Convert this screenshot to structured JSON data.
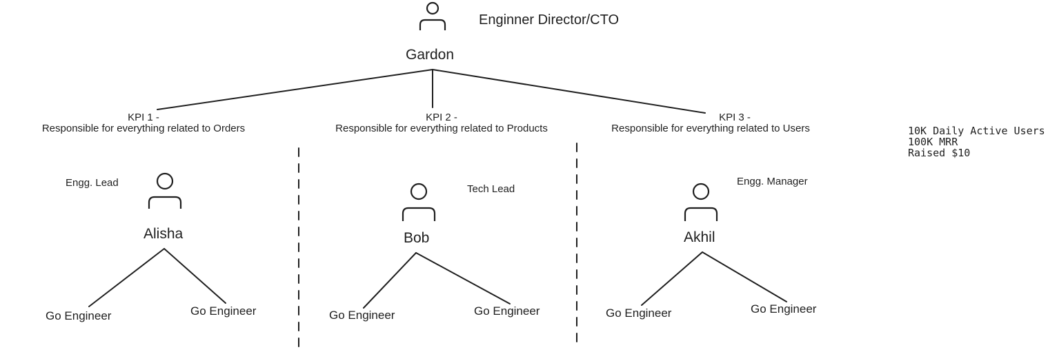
{
  "cto": {
    "title": "Enginner Director/CTO",
    "name": "Gardon",
    "icon": "person-icon"
  },
  "kpis": [
    {
      "heading": "KPI 1 -",
      "description": "Responsible for everything related to Orders"
    },
    {
      "heading": "KPI 2 -",
      "description": "Responsible for everything related to Products"
    },
    {
      "heading": "KPI 3 -",
      "description": "Responsible for everything related to Users"
    }
  ],
  "leads": [
    {
      "role": "Engg. Lead",
      "name": "Alisha",
      "icon": "person-icon",
      "reports": [
        "Go Engineer",
        "Go Engineer"
      ]
    },
    {
      "role": "Tech Lead",
      "name": "Bob",
      "icon": "person-icon",
      "reports": [
        "Go Engineer",
        "Go Engineer"
      ]
    },
    {
      "role": "Engg. Manager",
      "name": "Akhil",
      "icon": "person-icon",
      "reports": [
        "Go Engineer",
        "Go Engineer"
      ]
    }
  ],
  "metrics": [
    "10K Daily Active Users",
    "100K MRR",
    "Raised $10"
  ],
  "colors": {
    "stroke": "#1e1e1e",
    "background": "#ffffff"
  }
}
